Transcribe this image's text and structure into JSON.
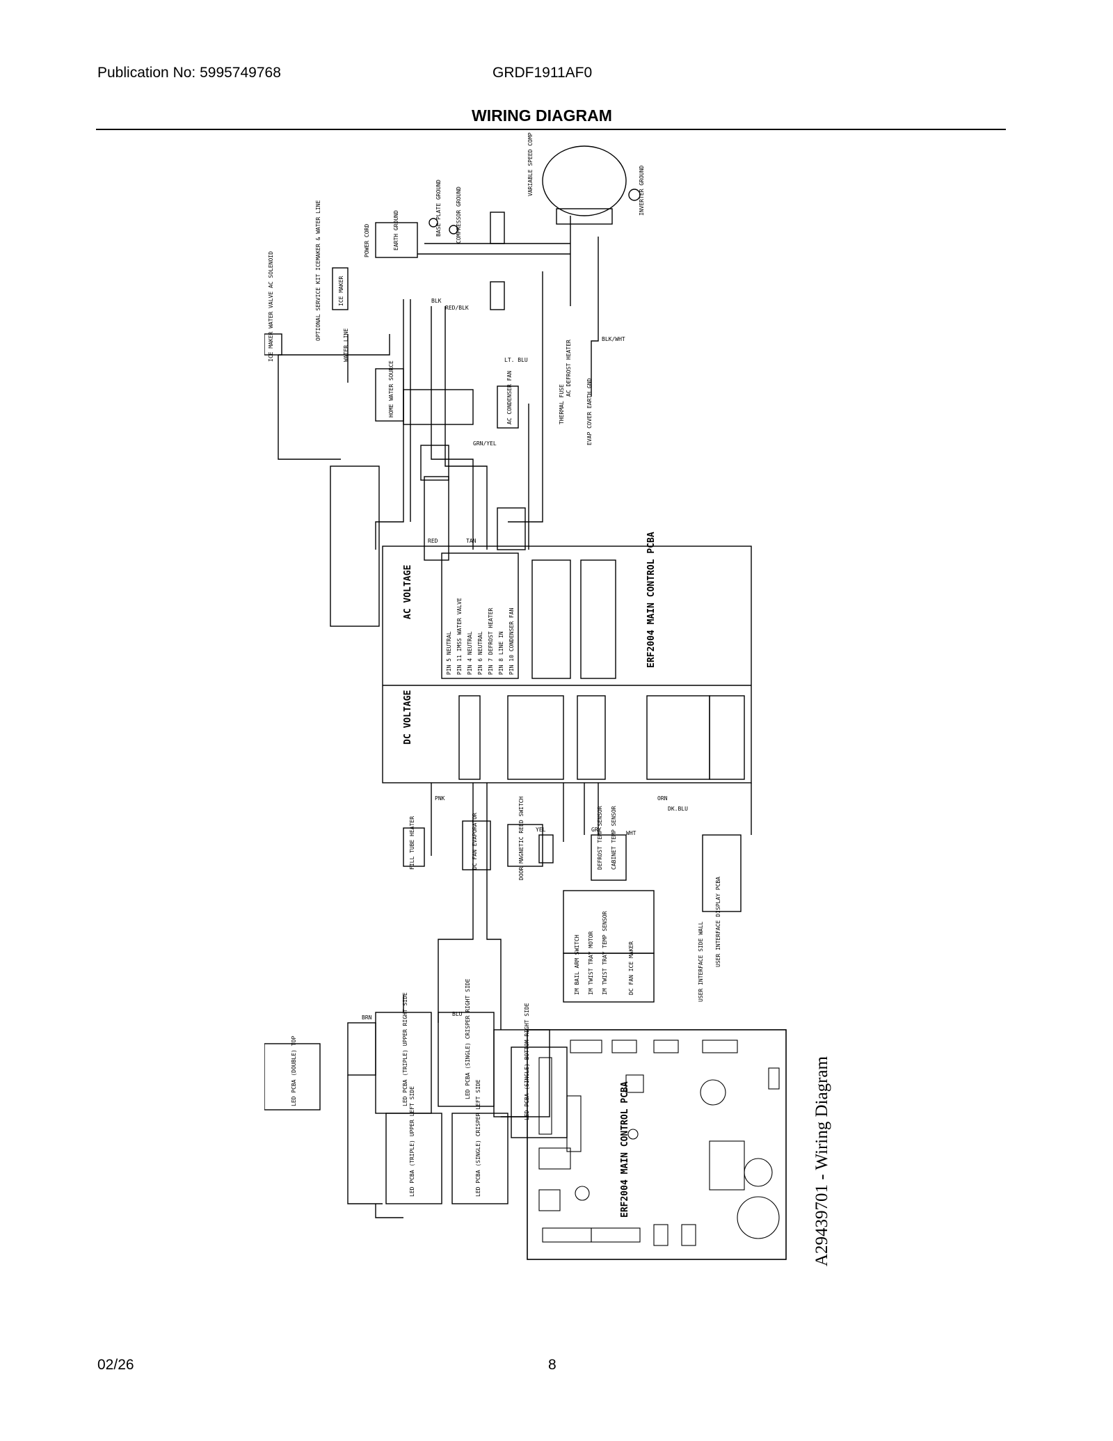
{
  "header": {
    "publication": "Publication No: 5995749768",
    "model": "GRDF1911AF0",
    "title": "WIRING DIAGRAM"
  },
  "footer": {
    "date": "02/26",
    "page": "8"
  },
  "caption": "A29439701 - Wiring Diagram",
  "diagram": {
    "compressor": "VARIABLE SPEED COMPRESSOR AND INVERTER",
    "inverter_ground": "INVERTER GROUND",
    "base_plate_ground": "BASE PLATE GROUND",
    "compressor_ground": "COMPRESSOR GROUND",
    "earth_ground": "EARTH GROUND",
    "power_cord": "POWER CORD",
    "ice_maker": "ICE MAKER",
    "service_kit": "OPTIONAL SERVICE KIT ICEMAKER & WATER LINE",
    "water_valve": "ICE MAKER WATER VALVE AC SOLENOID",
    "water_line": "WATER LINE",
    "water_source": "HOME WATER SOURCE",
    "condenser_fan": "AC CONDENSER FAN",
    "defrost_heater": "AC DEFROST HEATER",
    "thermal_fuse": "THERMAL FUSE",
    "evap_cover": "EVAP COVER EARTH GND",
    "ac_voltage": "AC VOLTAGE",
    "dc_voltage": "DC VOLTAGE",
    "main_pcba": "ERF2004 MAIN CONTROL PCBA",
    "j2_pins": [
      "PIN 5  NEUTRAL",
      "PIN 11  IMSS WATER VALVE",
      "PIN 4  NEUTRAL",
      "PIN 6  NEUTRAL",
      "PIN 7  DEFROST HEATER",
      "PIN 8  LINE IN",
      "PIN 10  CONDENSER FAN"
    ],
    "fill_tube_heater": "FILL TUBE HEATER",
    "dc_fan_evap": "DC FAN EVAPORATOR",
    "door_switch": "DOOR MAGNETIC REED SWITCH",
    "defrost_sensor": "DEFROST TEMP SENSOR",
    "cabinet_sensor": "CABINET TEMP SENSOR",
    "bail_arm": "IM BAIL ARM SWITCH",
    "twist_motor": "IM TWIST TRAY MOTOR",
    "twist_sensor": "IM TWIST TRAY TEMP SENSOR",
    "dc_fan_icemaker": "DC FAN ICE MAKER",
    "ui_pcba": "USER INTERFACE DISPLAY PCBA",
    "ui_wall": "USER INTERFACE SIDE WALL",
    "led_top": "LED PCBA (DOUBLE) TOP",
    "led_upper_right": "LED PCBA (TRIPLE) UPPER RIGHT SIDE",
    "led_crisper_right": "LED PCBA (SINGLE) CRISPER RIGHT SIDE",
    "led_bottom_right": "LED PCBA (SINGLE) BOTTOM RIGHT SIDE",
    "led_upper_left": "LED PCBA (TRIPLE) UPPER LEFT SIDE",
    "led_crisper_left": "LED PCBA (SINGLE) CRISPER LEFT SIDE",
    "board_label": "ERF2004 MAIN CONTROL PCBA",
    "wire_colors": [
      "BLK",
      "RED",
      "WHT",
      "BLU",
      "LT. BLU",
      "GRN/YEL",
      "BRN",
      "TAN",
      "YEL",
      "GRY",
      "PNK",
      "ORN",
      "DK.BLU",
      "RED/BLK",
      "BLK/WHT"
    ]
  }
}
